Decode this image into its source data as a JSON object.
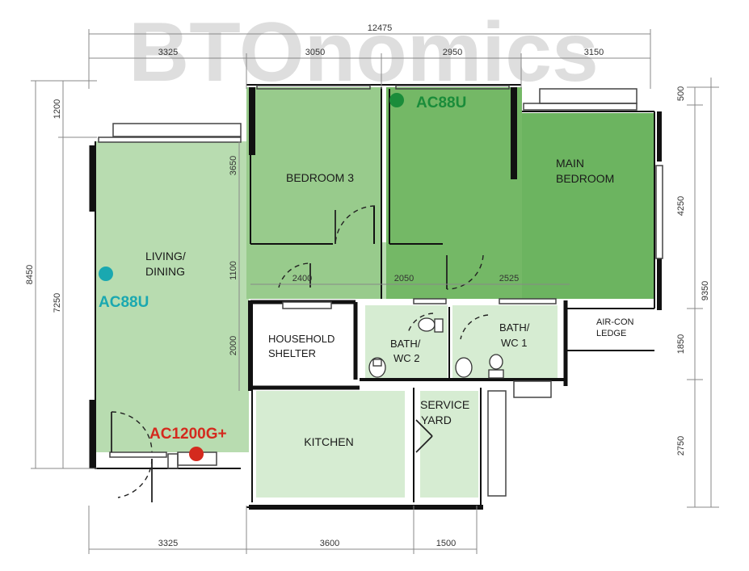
{
  "watermark": "BTOnomics",
  "dimensions": {
    "top_total": "12475",
    "top": [
      "3325",
      "3050",
      "2950",
      "3150"
    ],
    "bottom": [
      "3325",
      "3600",
      "1500"
    ],
    "left_outer": "8450",
    "left_inner": "7250",
    "left_top": "1200",
    "mid_left": [
      "3650",
      "1100",
      "2000"
    ],
    "right_outer": "9350",
    "right_inner": [
      "500",
      "4250",
      "1850",
      "2750"
    ],
    "inner_h": [
      "2400",
      "2050",
      "2525"
    ]
  },
  "rooms": {
    "bedroom3": "BEDROOM 3",
    "main_bedroom": [
      "MAIN",
      "BEDROOM"
    ],
    "living": [
      "LIVING/",
      "DINING"
    ],
    "household_shelter": [
      "HOUSEHOLD",
      "SHELTER"
    ],
    "bath2": [
      "BATH/",
      "WC 2"
    ],
    "bath1": [
      "BATH/",
      "WC 1"
    ],
    "aircon_ledge": [
      "AIR-CON",
      "LEDGE"
    ],
    "kitchen": "KITCHEN",
    "service_yard": [
      "SERVICE",
      "YARD"
    ]
  },
  "devices": {
    "ap_bedroom": {
      "label": "AC88U",
      "color": "#1a8c3a"
    },
    "ap_living": {
      "label": "AC88U",
      "color": "#1aa8b0"
    },
    "router": {
      "label": "AC1200G+",
      "color": "#d42a1e"
    }
  },
  "colors": {
    "living_fill": "#b8dcb0",
    "bedroom3_fill": "#98cb8c",
    "bedroom2_fill": "#74b866",
    "master_fill": "#6cb460",
    "wet_fill": "#d6ecd2"
  }
}
